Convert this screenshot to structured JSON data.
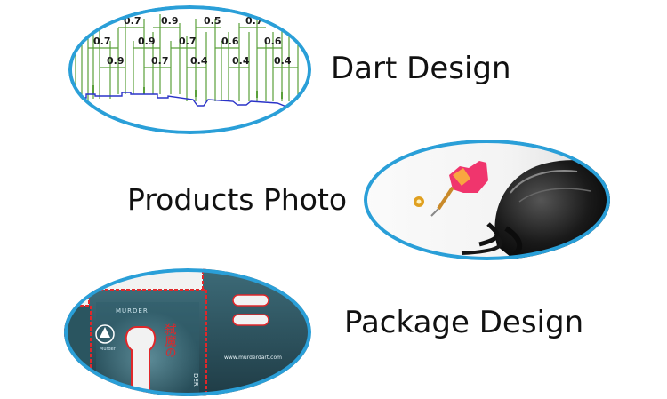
{
  "labels": {
    "dart_design": "Dart Design",
    "products_photo": "Products Photo",
    "package_design": "Package Design"
  },
  "dart_dimensions": {
    "row1": [
      "0.7",
      "0.9",
      "0.5",
      "0.7"
    ],
    "row2": [
      "0.7",
      "0.9",
      "0.7",
      "0.6",
      "0.6"
    ],
    "row3": [
      "0.9",
      "0.7",
      "0.4",
      "0.4",
      "0.4"
    ]
  },
  "package": {
    "brand": "MURDER",
    "website": "www.murderdart.com",
    "logo_caption": "Murder",
    "kanji": "弑魔の",
    "side_text": "DER"
  },
  "colors": {
    "oval_border": "#2a9fd8",
    "dim_green": "#5aa03a",
    "profile_blue": "#2a33c8",
    "box_red": "#e0272a",
    "box_teal": "#2f5d6a"
  }
}
